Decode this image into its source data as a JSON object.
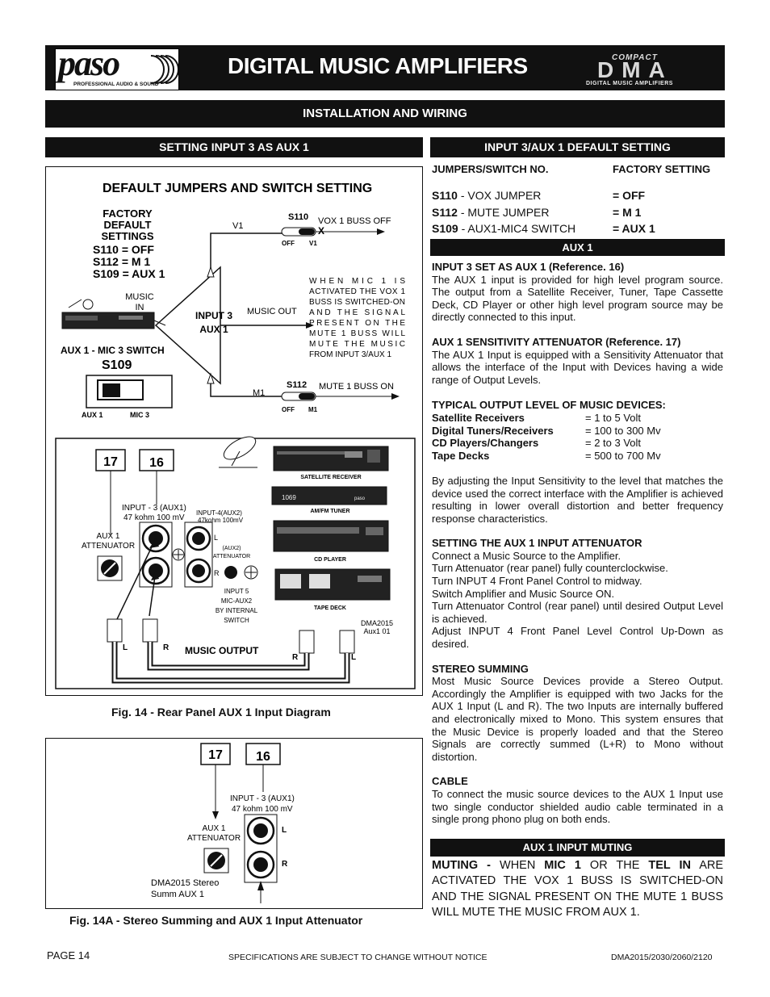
{
  "header": {
    "logo_text": "paso",
    "logo_tagline": "PROFESSIONAL AUDIO & SOUND",
    "logo_reg": "®",
    "title": "DIGITAL MUSIC AMPLIFIERS",
    "badge_top": "COMPACT",
    "badge_main": "DMA",
    "badge_sub": "DIGITAL MUSIC AMPLIFIERS"
  },
  "section_bar": "INSTALLATION AND WIRING",
  "left_heading": "SETTING INPUT 3 AS AUX 1",
  "right_heading": "INPUT 3/AUX 1 DEFAULT SETTING",
  "fig14": {
    "title": "DEFAULT JUMPERS AND SWITCH SETTING",
    "factory_lines": [
      "FACTORY",
      "DEFAULT",
      "SETTINGS"
    ],
    "settings": [
      "S110 = OFF",
      "S112 = M 1",
      "S109 = AUX 1"
    ],
    "v1": "V1",
    "s110": "S110",
    "vox_buss_off": "VOX 1 BUSS OFF",
    "x_mark": "X",
    "off": "OFF",
    "v1_small": "V1",
    "music_in": [
      "MUSIC",
      "IN"
    ],
    "input3": "INPUT 3",
    "aux1": "AUX 1",
    "music_out": "MUSIC OUT",
    "note_lines": [
      "WHEN MIC 1 IS",
      "ACTIVATED THE VOX 1",
      "BUSS IS SWITCHED-ON",
      "AND THE SIGNAL",
      "PRESENT ON THE",
      "MUTE 1 BUSS WILL",
      "MUTE THE MUSIC",
      "FROM INPUT 3/AUX 1"
    ],
    "switch_label": "AUX 1 - MIC 3 SWITCH",
    "s109": "S109",
    "sw_aux1": "AUX 1",
    "sw_mic3": "MIC 3",
    "m1": "M1",
    "s112": "S112",
    "mute_buss_on": "MUTE 1 BUSS ON",
    "off2": "OFF",
    "m1_small": "M1",
    "box17": "17",
    "box16": "16",
    "input3_aux1": "INPUT - 3 (AUX1)",
    "input3_spec": "47 kohm 100 mV",
    "input4": "INPUT-4(AUX2)",
    "input4_spec": "47kohm 100mV",
    "aux1_att": [
      "AUX 1",
      "ATTENUATOR"
    ],
    "l": "L",
    "r": "R",
    "aux2_att": [
      "(AUX2)",
      "ATTENUATOR"
    ],
    "input5": [
      "INPUT 5",
      "MIC-AUX2",
      "BY INTERNAL",
      "SWITCH"
    ],
    "sat": "SATELLITE RECEIVER",
    "tuner": "AM/FM TUNER",
    "cd": "CD PLAYER",
    "tape": "TAPE DECK",
    "ref": [
      "DMA2015",
      "Aux1 01"
    ],
    "music_output": "MUSIC OUTPUT",
    "plug_l": "L",
    "plug_r": "R",
    "plug_r2": "R",
    "plug_l2": "L",
    "tuner_display": "1069",
    "tuner_brand": "paso"
  },
  "fig14_caption": "Fig. 14 - Rear Panel AUX 1 Input Diagram",
  "fig14a": {
    "box17": "17",
    "box16": "16",
    "input3_aux1": "INPUT - 3 (AUX1)",
    "input3_spec": "47 kohm 100 mV",
    "aux1_att": [
      "AUX 1",
      "ATTENUATOR"
    ],
    "l": "L",
    "r": "R",
    "ref": [
      "DMA2015 Stereo",
      "Summ AUX 1"
    ]
  },
  "fig14a_caption": "Fig. 14A - Stereo Summing and AUX 1 Input Attenuator",
  "defaults": {
    "col1": "JUMPERS/SWITCH NO.",
    "col2": "FACTORY SETTING",
    "rows": [
      {
        "code": "S110",
        "desc": " - VOX JUMPER",
        "val": "= OFF"
      },
      {
        "code": "S112",
        "desc": " - MUTE JUMPER",
        "val": "= M 1"
      },
      {
        "code": "S109",
        "desc": " - AUX1-MIC4 SWITCH",
        "val": "= AUX 1"
      }
    ]
  },
  "aux1_bar": "AUX 1",
  "aux1": {
    "h1": "INPUT 3 SET AS AUX 1 (Reference. 16)",
    "p1": "The AUX 1 input is provided for high level program source. The output from a Satellite Receiver, Tuner, Tape Cassette Deck, CD Player or other high level program source may be directly connected to this input.",
    "h2": "AUX 1 SENSITIVITY ATTENUATOR (Reference. 17)",
    "p2": "The AUX 1 Input is equipped with a Sensitivity Attenuator that allows the interface of the Input with Devices having a wide range of Output Levels.",
    "h3": "TYPICAL OUTPUT LEVEL OF MUSIC DEVICES:",
    "levels": [
      {
        "k": "Satellite Receivers",
        "v": "= 1 to 5 Volt"
      },
      {
        "k": "Digital Tuners/Receivers",
        "v": "= 100 to 300 Mv"
      },
      {
        "k": "CD Players/Changers",
        "v": "= 2 to 3 Volt"
      },
      {
        "k": "Tape Decks",
        "v": "= 500 to 700 Mv"
      }
    ],
    "p3": "By adjusting the Input Sensitivity to the level that matches the device used the correct interface with the Amplifier is achieved resulting in lower overall distortion and better frequency response characteristics.",
    "h4": "SETTING THE AUX 1 INPUT ATTENUATOR",
    "steps": [
      "Connect a Music Source to the Amplifier.",
      "Turn Attenuator (rear panel) fully counterclockwise.",
      "Turn INPUT 4 Front Panel Control to midway.",
      "Switch Amplifier and Music Source ON.",
      "Turn Attenuator Control (rear panel) until desired Output Level is achieved.",
      "Adjust INPUT 4 Front Panel Level Control Up-Down as desired."
    ],
    "h5": "STEREO SUMMING",
    "p5": "Most Music Source Devices provide a Stereo Output. Accordingly the Amplifier is equipped with two Jacks for the AUX 1 Input (L and R). The two Inputs are internally buffered and electronically mixed to Mono. This system ensures that the Music Device is properly loaded and that the Stereo Signals are correctly summed (L+R) to Mono without distortion.",
    "h6": "CABLE",
    "p6": "To connect the music source devices to the AUX 1 Input use two single conductor shielded audio cable terminated in a single prong phono plug on both ends."
  },
  "muting_bar": "AUX 1 INPUT MUTING",
  "muting": {
    "b1": "MUTING -",
    "t1": " WHEN ",
    "b2": "MIC 1",
    "t2": " OR THE ",
    "b3": "TEL IN",
    "t3": " ARE ACTIVATED THE VOX 1 BUSS IS SWITCHED-ON AND THE SIGNAL PRESENT ON THE MUTE 1 BUSS WILL MUTE THE MUSIC FROM AUX 1."
  },
  "footer": {
    "page": "PAGE 14",
    "notice": "SPECIFICATIONS ARE SUBJECT TO CHANGE WITHOUT NOTICE",
    "models": "DMA2015/2030/2060/2120"
  }
}
